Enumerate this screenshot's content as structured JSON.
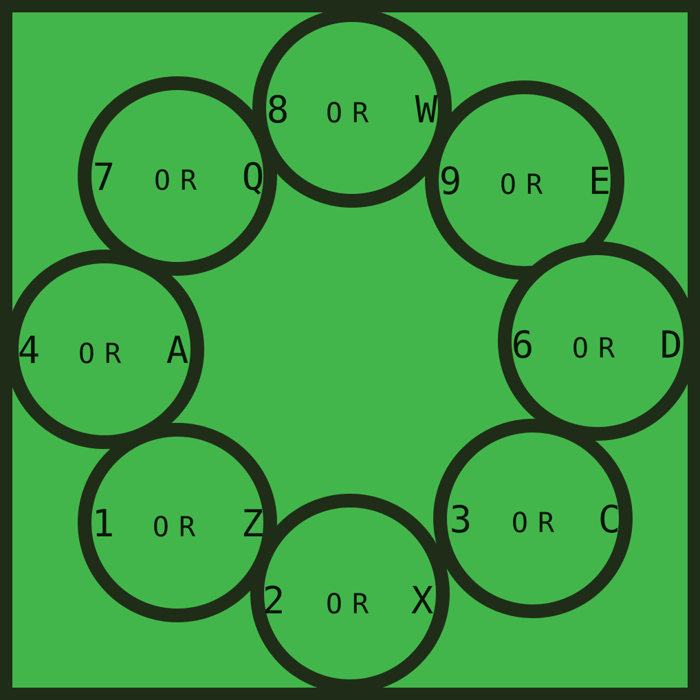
{
  "colors": {
    "background": "#43b64b",
    "border": "#1f2d18",
    "text": "#0c150a"
  },
  "buttons": [
    {
      "id": "btn-8-w",
      "primary": "8",
      "connector": "OR",
      "secondary": "W"
    },
    {
      "id": "btn-7-q",
      "primary": "7",
      "connector": "OR",
      "secondary": "Q"
    },
    {
      "id": "btn-9-e",
      "primary": "9",
      "connector": "OR",
      "secondary": "E"
    },
    {
      "id": "btn-4-a",
      "primary": "4",
      "connector": "OR",
      "secondary": "A"
    },
    {
      "id": "btn-6-d",
      "primary": "6",
      "connector": "OR",
      "secondary": "D"
    },
    {
      "id": "btn-1-z",
      "primary": "1",
      "connector": "OR",
      "secondary": "Z"
    },
    {
      "id": "btn-3-c",
      "primary": "3",
      "connector": "OR",
      "secondary": "C"
    },
    {
      "id": "btn-2-x",
      "primary": "2",
      "connector": "OR",
      "secondary": "X"
    }
  ]
}
